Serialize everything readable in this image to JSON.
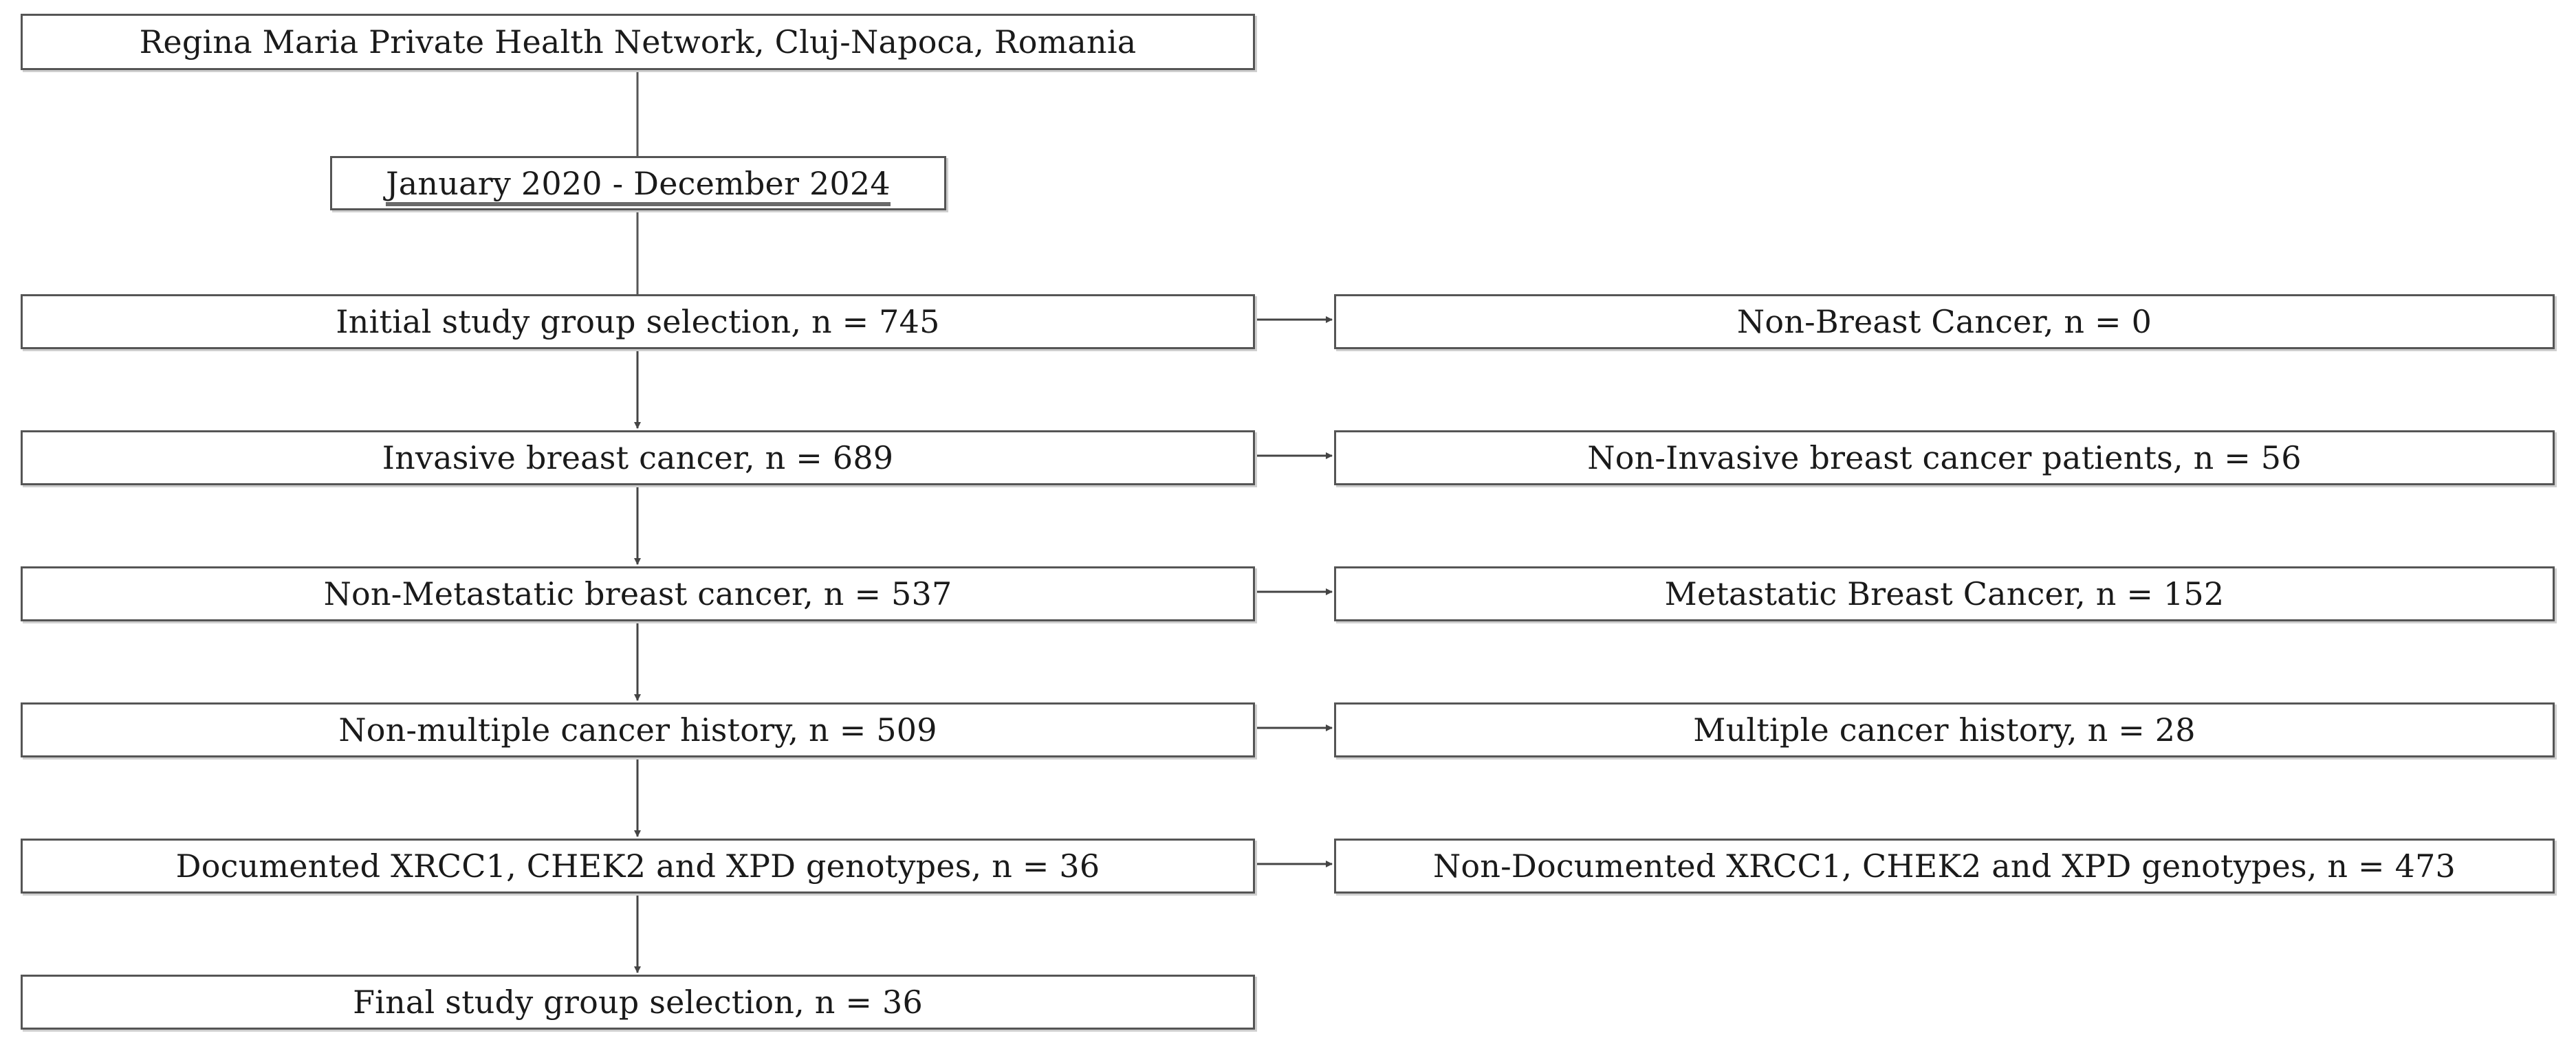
{
  "steps": {
    "source": "Regina Maria Private Health Network, Cluj-Napoca, Romania",
    "period": "January 2020 - December 2024",
    "initial": "Initial study group selection, n = 745",
    "invasive": "Invasive breast cancer, n = 689",
    "non_metastatic": "Non-Metastatic breast cancer, n = 537",
    "non_multiple": "Non-multiple cancer history, n = 509",
    "documented": "Documented XRCC1, CHEK2 and XPD genotypes, n = 36",
    "final": "Final study group selection, n = 36"
  },
  "exclusions": {
    "non_breast": "Non-Breast Cancer, n = 0",
    "non_invasive": "Non-Invasive breast cancer patients, n = 56",
    "metastatic": "Metastatic Breast Cancer, n = 152",
    "multiple": "Multiple cancer history, n = 28",
    "non_documented": "Non-Documented XRCC1, CHEK2 and XPD genotypes, n = 473"
  }
}
